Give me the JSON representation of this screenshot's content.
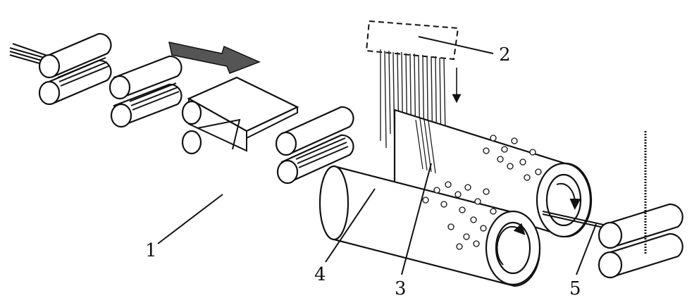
{
  "labels": [
    {
      "id": "1",
      "text": "1"
    },
    {
      "id": "2",
      "text": "2"
    },
    {
      "id": "3",
      "text": "3"
    },
    {
      "id": "4",
      "text": "4"
    },
    {
      "id": "5",
      "text": "5"
    }
  ],
  "colors": {
    "ink": "#111111",
    "background": "#ffffff"
  }
}
